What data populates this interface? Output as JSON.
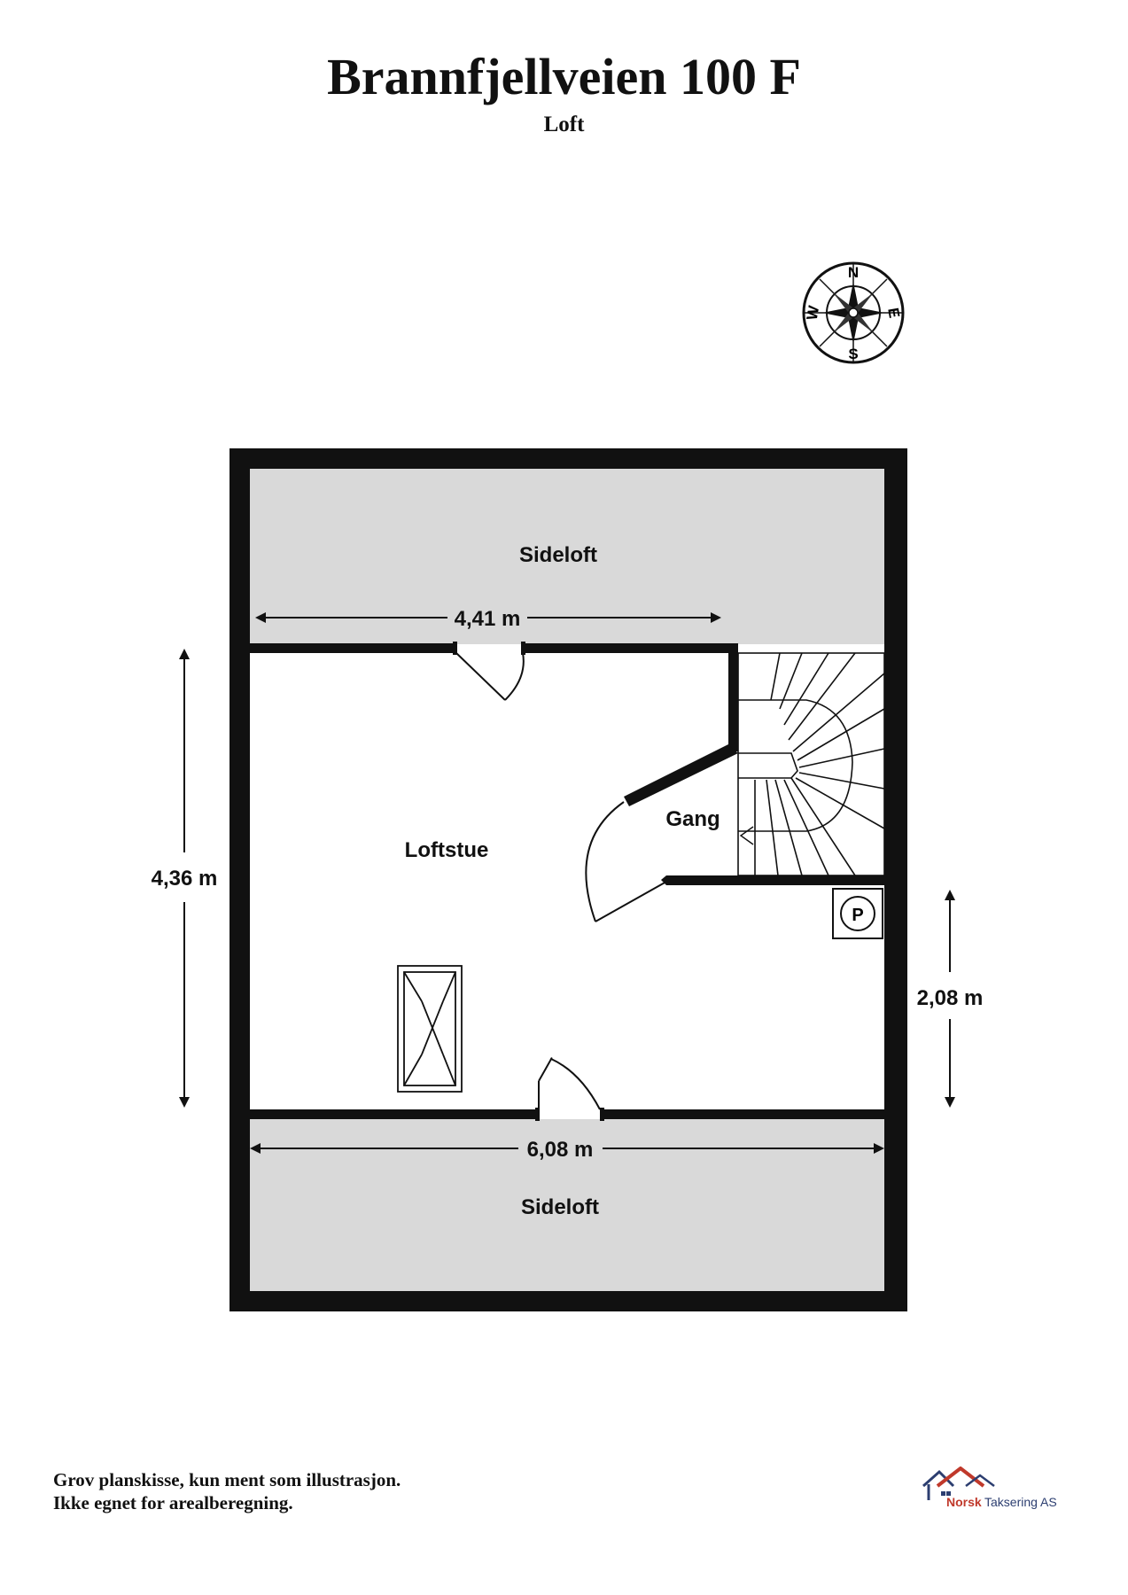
{
  "header": {
    "title": "Brannfjellveien 100 F",
    "subtitle": "Loft"
  },
  "compass": {
    "north": "N",
    "east": "E",
    "south": "S",
    "west": "W"
  },
  "rooms": {
    "sideloft_top": "Sideloft",
    "loftstue": "Loftstue",
    "gang": "Gang",
    "sideloft_bottom": "Sideloft",
    "pipe": "P"
  },
  "dimensions": {
    "top_width": "4,41 m",
    "left_height": "4,36 m",
    "right_height": "2,08 m",
    "bottom_width": "6,08 m"
  },
  "footer": {
    "disclaimer_line1": "Grov planskisse, kun ment som illustrasjon.",
    "disclaimer_line2": "Ikke egnet for arealberegning.",
    "logo_brand": "Norsk",
    "logo_rest": "Taksering AS"
  },
  "colors": {
    "wall": "#111111",
    "sideloft_fill": "#d9d9d9",
    "logo_red": "#c0392b",
    "logo_navy": "#2c3e70"
  }
}
